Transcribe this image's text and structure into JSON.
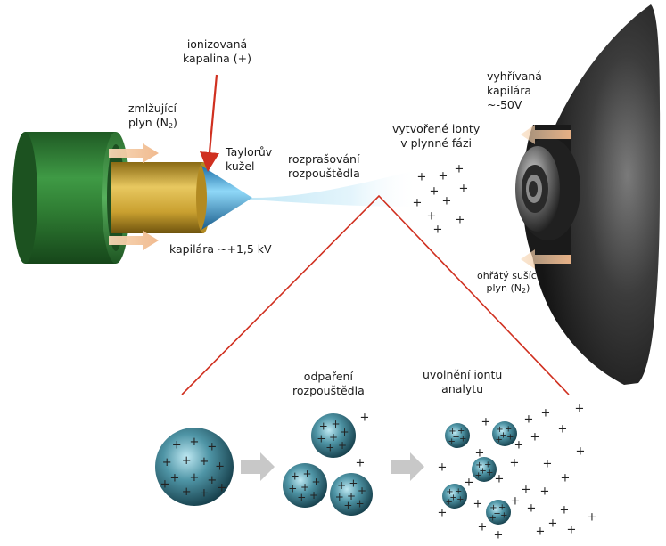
{
  "labels": {
    "ionized_liquid": [
      "ionizovaná",
      "kapalina (+)"
    ],
    "nebulizing_gas": [
      "zmlžující",
      "plyn (N",
      "2",
      ")"
    ],
    "taylor_cone": [
      "Taylorův",
      "kužel"
    ],
    "solvent_spray": [
      "rozprašování",
      "rozpouštědla"
    ],
    "formed_ions": [
      "vytvořené ionty",
      "v plynné fázi"
    ],
    "heated_capillary": [
      "vyhřívaná",
      "kapilára",
      "~-50V"
    ],
    "capillary_voltage": "kapilára ~+1,5 kV",
    "drying_gas": [
      "ohřátý sušící",
      "plyn (N",
      "2",
      ")"
    ],
    "solvent_evaporation": [
      "odpaření",
      "rozpouštědla"
    ],
    "analyte_release": [
      "uvolnění iontu",
      "analytu"
    ]
  },
  "symbols": {
    "plus": "+"
  },
  "colors": {
    "outer_tube": "#2f7d33",
    "inner_tube": "#c9a030",
    "cone": "#3aa8e0",
    "droplet": "#3a7d8f",
    "gas_arrow": "#f2c9a0",
    "process_arrow": "#c8c8c8",
    "zoom_line": "#d03020",
    "pointer_arrow": "#d03020",
    "inlet_disc": "#3a3a3a"
  }
}
